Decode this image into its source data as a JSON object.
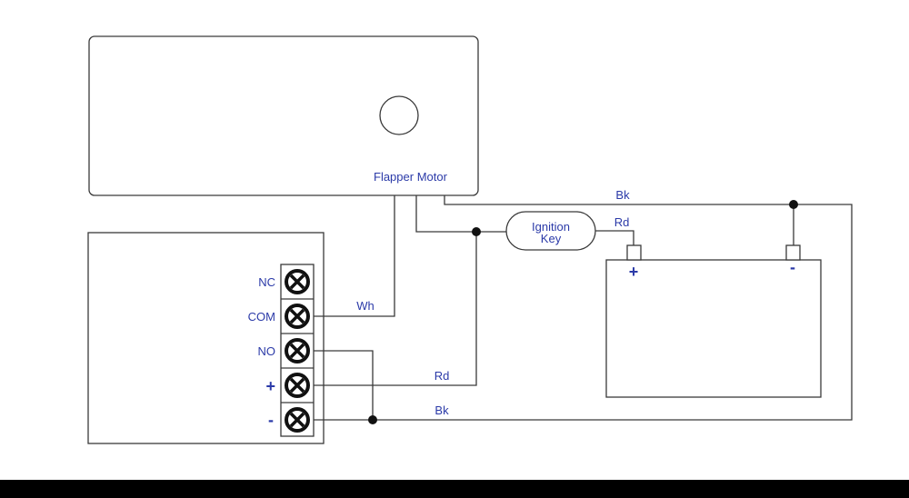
{
  "motor": {
    "label": "Flapper Motor"
  },
  "ignition": {
    "line1": "Ignition",
    "line2": "Key"
  },
  "terminals": {
    "nc": "NC",
    "com": "COM",
    "no": "NO",
    "plus": "+",
    "minus": "-"
  },
  "battery": {
    "plus": "+",
    "minus": "-"
  },
  "wires": {
    "bk_top": "Bk",
    "rd_top": "Rd",
    "wh": "Wh",
    "rd_bottom": "Rd",
    "bk_bottom": "Bk"
  },
  "colors": {
    "label": "#2b3aa8",
    "line": "#3a3a3a",
    "background": "#ffffff",
    "frame": "#000000"
  }
}
